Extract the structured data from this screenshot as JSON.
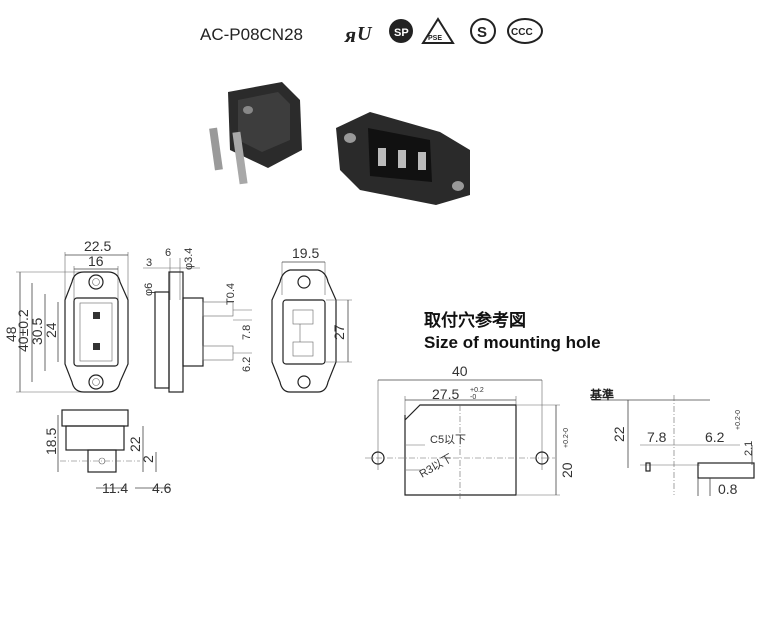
{
  "header": {
    "model": "AC-P08CN28",
    "cert_marks": [
      "UL-recognized-mark",
      "CSA-mark",
      "PSE-mark",
      "S-mark",
      "CCC-mark"
    ],
    "cert_mark_labels": [
      "ᴙ",
      "SP",
      "PS E",
      "S",
      "CCC"
    ]
  },
  "front_view": {
    "width_overall": "22.5",
    "width_inner": "16",
    "height_overall": "48",
    "hole_pitch": "40±0.2",
    "height_body": "30.5",
    "height_opening": "24"
  },
  "side_view": {
    "dim_6": "6",
    "dim_3": "3",
    "dia_3_4": "φ3.4",
    "dia_6": "φ6",
    "terminal_thk": "T0.4",
    "terminal_pitch": "7.8",
    "terminal_offset": "6.2"
  },
  "rear_view": {
    "width": "19.5",
    "height": "27"
  },
  "bottom_view": {
    "height_body": "18.5",
    "height_total": "22",
    "dim_2": "2",
    "dim_11_4": "11.4",
    "dim_4_6": "4.6"
  },
  "mounting_hole": {
    "title_cn": "取付穴参考図",
    "title_en": "Size of mounting hole",
    "pitch": "40",
    "width": "27.5",
    "width_tol": "+0.2\n-0",
    "height": "20",
    "height_tol": "+0.2\n-0",
    "chamfer": "C5以下",
    "radius": "R3以下"
  },
  "datum_detail": {
    "label": "基準",
    "dim_22": "22",
    "dim_7_8": "7.8",
    "dim_6_2": "6.2",
    "dim_2_1": "2.1",
    "dim_2_1_tol": "+0.2\n-0",
    "dim_0_8": "0.8"
  },
  "colors": {
    "line": "#444444",
    "body": "#2b2b2b",
    "background": "#ffffff"
  }
}
